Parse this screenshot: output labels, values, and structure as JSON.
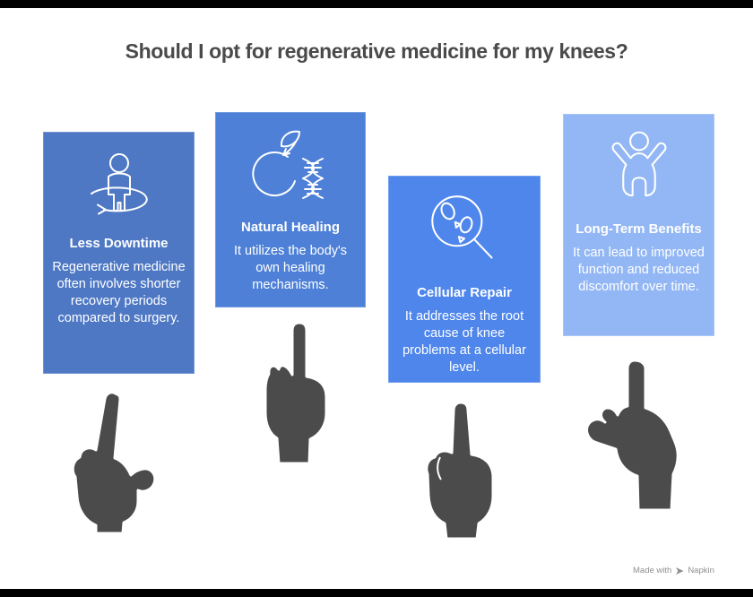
{
  "title": "Should I opt for regenerative medicine for my knees?",
  "cards": [
    {
      "title": "Less Downtime",
      "body": "Regenerative medicine often involves shorter recovery periods compared to surgery.",
      "icon": "person-refresh-icon",
      "bg": "#4e78c4"
    },
    {
      "title": "Natural Healing",
      "body": "It utilizes the body's own healing mechanisms.",
      "icon": "apple-dna-icon",
      "bg": "#4d80d6"
    },
    {
      "title": "Cellular Repair",
      "body": "It addresses the root cause of knee problems at a cellular level.",
      "icon": "cells-magnifier-icon",
      "bg": "#4e86ec"
    },
    {
      "title": "Long-Term Benefits",
      "body": "It can lead to improved function and reduced discomfort over time.",
      "icon": "person-arms-up-icon",
      "bg": "#93b7f4"
    }
  ],
  "watermark": {
    "prefix": "Made with",
    "brand": "Napkin",
    "icon": "napkin-pen-icon"
  },
  "colors": {
    "background": "#ffffff",
    "edge_bars": "#000000",
    "title_text": "#4a4a4a",
    "card_text": "#ffffff",
    "hand_fill": "#4b4b4b",
    "hand_outline": "#ffffff",
    "watermark_text": "#8f8f8f"
  }
}
